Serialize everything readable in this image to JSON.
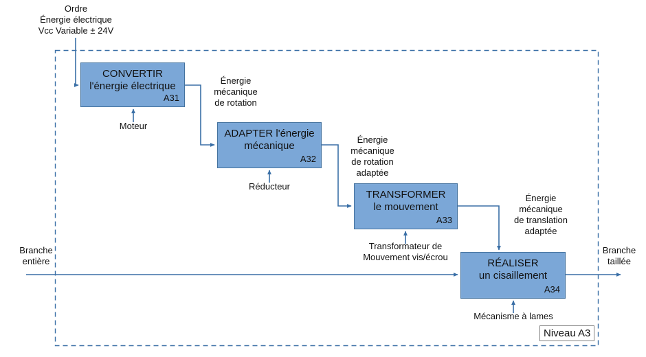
{
  "diagram": {
    "title": "Niveau A3",
    "colors": {
      "box_fill": "#7BA7D7",
      "box_border": "#44729E",
      "wire": "#3A6FA6",
      "boundary_dash": "#3A6FA6",
      "text": "#111111",
      "tag_border": "#808080"
    },
    "boundary_label": "Niveau A3"
  },
  "activities": [
    {
      "id": "A31",
      "title": "CONVERTIR\nl'énergie électrique",
      "code": "A31",
      "mechanism": "Moteur"
    },
    {
      "id": "A32",
      "title": "ADAPTER l'énergie\nmécanique",
      "code": "A32",
      "mechanism": "Réducteur"
    },
    {
      "id": "A33",
      "title": "TRANSFORMER\nle mouvement",
      "code": "A33",
      "mechanism": "Transformateur de\nMouvement vis/écrou"
    },
    {
      "id": "A34",
      "title": "RÉALISER\nun cisaillement",
      "code": "A34",
      "mechanism": "Mécanisme à lames"
    }
  ],
  "flows": {
    "control_input": "Ordre\nÉnergie électrique\nVcc Variable ± 24V",
    "out_a31": "Énergie\nmécanique\nde rotation",
    "out_a32": "Énergie\nmécanique\nde rotation\nadaptée",
    "out_a33": "Énergie\nmécanique\nde translation\nadaptée",
    "main_input": "Branche\nentière",
    "main_output": "Branche\ntaillée"
  }
}
